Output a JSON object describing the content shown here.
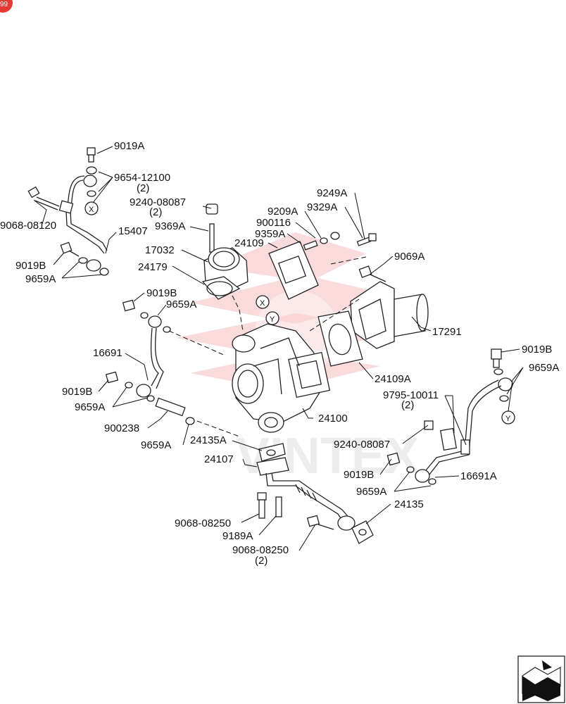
{
  "labels": {
    "l_9019A_top": "9019A",
    "l_9654": "9654-12100",
    "l_9654_qty": "(2)",
    "l_9068_08120": "9068-08120",
    "l_9240_top": "9240-08087",
    "l_9240_top_qty": "(2)",
    "l_9369A": "9369A",
    "l_15407": "15407",
    "l_9019B_a": "9019B",
    "l_9659A_a": "9659A",
    "l_17032": "17032",
    "l_24179": "24179",
    "l_9249A": "9249A",
    "l_9209A": "9209A",
    "l_9329A": "9329A",
    "l_900116": "900116",
    "l_9359A": "9359A",
    "l_24109": "24109",
    "l_9069A": "9069A",
    "l_9019B_b": "9019B",
    "l_9659A_b": "9659A",
    "l_17291": "17291",
    "l_16691": "16691",
    "l_24109A": "24109A",
    "l_9019B_c": "9019B",
    "l_9659A_c": "9659A",
    "l_900238": "900238",
    "l_9659A_d": "9659A",
    "l_24100": "24100",
    "l_9019B_r": "9019B",
    "l_9659A_r": "9659A",
    "l_9795": "9795-10011",
    "l_9795_qty": "(2)",
    "l_24135A": "24135A",
    "l_9240_bot": "9240-08087",
    "l_24107": "24107",
    "l_9019B_d": "9019B",
    "l_16691A": "16691A",
    "l_9659A_e": "9659A",
    "l_24135": "24135",
    "l_9068_08250_a": "9068-08250",
    "l_9189A": "9189A",
    "l_9068_08250_b": "9068-08250",
    "l_9068_08250_b_qty": "(2)"
  },
  "markers": {
    "x_marker": "X",
    "y_marker": "Y"
  },
  "corner_badge": "99",
  "watermark_text": "VINTEX",
  "nav_icon": "next-page-arrow-icon",
  "colors": {
    "watermark": "#e53935",
    "badge": "#e53935",
    "line": "#222222"
  }
}
